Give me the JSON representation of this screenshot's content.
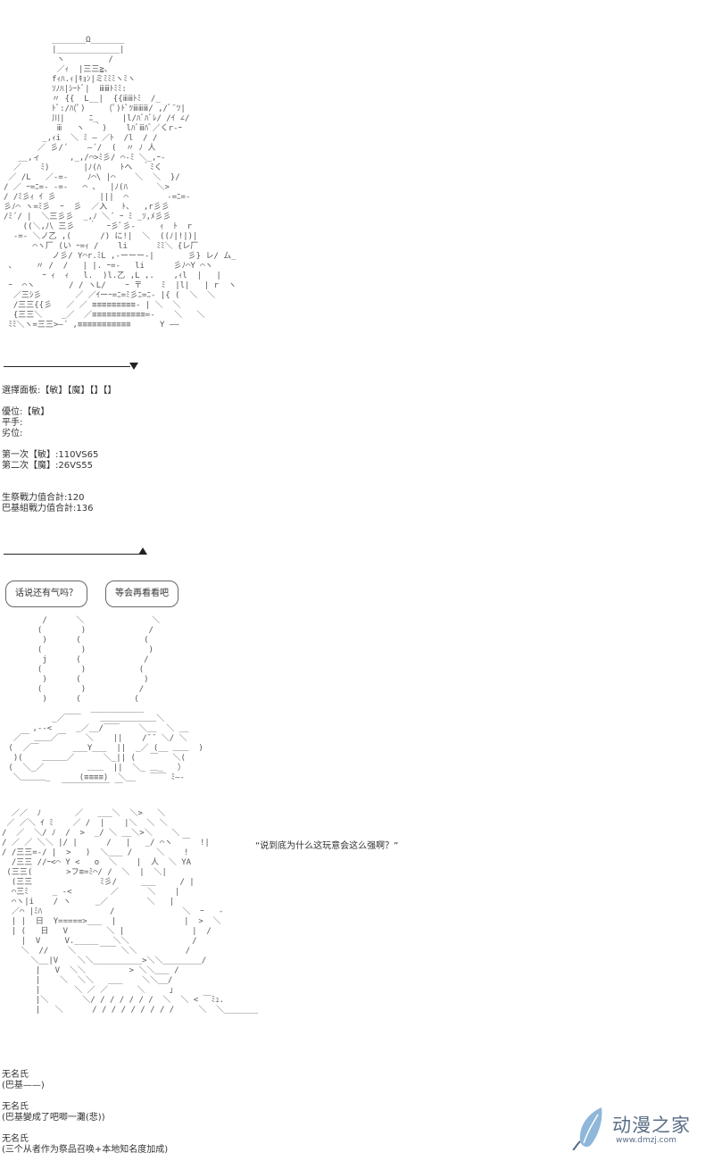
{
  "art_top": "          _______Ω_______\n          |_____________|\n           ヽ         /\n           ／ｨ  |三三≧、\n          fｨﾊ.ｨ|ｷｮﾝ|ミﾐﾐﾐヽﾐヽ\n          ｿﾉﾊ|ｼｰﾄﾞ|  ⅲⅲﾄﾐﾐ:\n          〃 {{  L__|  {{ⅲⅲﾄﾐ  /_\n          ﾄﾞ:/ﾊ(ﾟ)     (ﾟ)ﾄﾞﾂⅲⅲⅲ/ ,/ﾞ¯ﾂ|\n          川|     ﾆ_     |l/ﾊﾞﾊﾞﾚ/ /ｲ ∠/\n           ⅲ   ヽ  ｀)    lﾊﾞⅲﾊﾞ／くr-ｰ\n        _,ｨi  ＼ ﾐ ― ／ﾄ  /l  / /\n       ／ 彡/´    ―´/  (  〃 ﾉ 人\n   __,ィ      ,_,/⌒>ﾐ彡/ ⌒-ﾐ ＼_,ｰ-\n  ／    ﾐ)       |ﾉ(ﾊ    ﾄヘ  ｀ﾐく\n ／ /L   ／-=-    ﾉ⌒\\ |⌒    ＼  ＼  }/\n/ ／ ｰ=ﾆ=- -=-   ⌒ 、  |ﾉ(ﾊ      ＼>\n/ /ﾐ彡ｨ ｲ 彡         |||  ⌒        -=ﾆ=-\n彡ﾉ⌒ ヽ=ﾐ彡  ｰ  彡  ／入   ﾄ、  ,r彡彡\n/ﾐ´/ |  ＼三彡彡  _,ﾉ ＼´ ｰ ﾐ _ｿ,ﾒ彡彡\n    ((＼,八 三彡   ｀  ｰ彡ﾞ彡-     ｨ  ﾄ  r\n  -=- ＼ノ乙 ,(      /) に!|  ＼  ((ﾉ|!|)|\n      ⌒ヽ厂 (い ｰ=ｨ /    li      ﾐﾐ＼ {レ厂\n          ノ彡/ Y⌒r.ﾐL ,-ーーー-|       彡} レ/ ム_\n 、    〃 /  /   | |. ｰ=-   li      彡ﾉ⌒Y ⌒ヽ\n        ｰ ｨ  ｨ   l.  )l.乙 ,L ,.    ,ｨl  |   |\n ｰ  ⌒ヽ       / / ヽL/    ｰ 〒    ﾐ  |l|   | r  ヽ\n  ／三ｼ彡       ／ ／ｲーｰ=ﾆ=ﾐ彡ﾆ=ﾆ- |{ (  ＼  ＼\n  /三三{{彡   ／ ／ ≡≡≡≡≡≡≡≡≡- | ＼  ＼\n  {三三＼    _／  ／≡≡≡≡≡≡≡≡≡≡≡=-    ＼   ＼\n ﾐﾐ＼ヽ=三三>―´ ,≡≡≡≡≡≡≡≡≡≡≡      Y ――",
  "choice_panel": "選擇面板:【敏】【魔】【】【】",
  "superior": "優位:【敏】",
  "draw": "平手:",
  "inferior": "劣位:",
  "round1": "第一次【敏】:110VS65",
  "round2": "第二次【魔】:26VS55",
  "total_a": "生祭戰力值合計:120",
  "total_b": "巴基組戰力值合計:136",
  "bubble_left": "话说还有气吗？",
  "bubble_right": "等会再看看吧",
  "art_smoke": "        /      ＼              ＼\n       (        )             /\n        )      (             (\n       (        )             )\n        j      (             /\n       (        )           (\n        )      (             )\n       (        )           /\n        )      (           (\n                  ___________\n          _／￣￣    ＿＿＿＿＿＿＿＼\n      ,--<     _／__/￣￣    ＼__  ＼ __\n  ／￣ ＿＿／￣    ＼    ||    /¯¯ ＼/ ＼\n (  ／￣       ___Y___  ||  _／ (__ ＿＿  )\n  )(    ＿＿＿／      ＼_|| (   ￣   ＼(\n (  ＼_／         ＿＿  ||  ＼_ ＿_   ）\n  ＼＿＿＿_      (≡≡≡≡)  ＼__   ￣￣ ﾐ―-\n            ￣￣￣￣￣￣ ￣",
  "quote": "“说到底为什么这玩意会这么强啊？”",
  "art_bottom": "  ／／  ﾉ       ／   ___＼  ＼>   ＼\n ／ ／＼ ｲ ﾐ    ／ /  |    |＼  ＼ ＼\n/  ／  ＼/ ﾉ  /  >  _/ ＼ __＼>＼    ＼\n/ ／ ／ ＼＼ |/ |      /   |   _/ ⌒ヽ  ￣  !|\n/ /三三=-/ |  >   )  ＼___ /     ＼    !\n  /三三 //ｰ<⌒ Y <   o  ＼    |  人  ＼ YA\n (三三(       >フ≡=ﾐ⌒/ /  ＼  |  ＼|\n  (三三              ﾐ彡/     ___     / |\n  ⌒三ﾐ     _ -<        ／      ＼    |\n  ⌒ヽ|i    / ヽ     _／        ＼   |\n  ／⌒ |ﾐﾊ              /              ＼  ｰ   -\n  | |  日  Y=====>___  |              |  >  ＼\n  | (   日   V        ＼ |              |  /\n    |  V     V._____   ＼＼             /\n    ＼  //    ＼     ￣￣ ＼＼          /\n      ＼__|V    ＼＼__________>＼＼________/\n       |   V  ＼＼         > ＼＼___ /\n       |    ＼  ＼＼   ___    ＼＼__/\n       |       ＼ ／ ／      ＼     ｣\n       |＼       ＼/ / / / / / /  ＼  ＼ < ￣ﾐｭ.\n       |   ＼      / / / / / / / / /     ＼  ＼_______",
  "comment1_name": "无名氏",
  "comment1_text": "(巴基——)",
  "comment2_name": "无名氏",
  "comment2_text": "(巴基變成了吧唧一灘(悲))",
  "comment3_name": "无名氏",
  "comment3_text": "(三个从者作为祭品召唤+本地知名度加成)",
  "watermark": {
    "text": "动漫之家",
    "url": "www.dmzj.com",
    "color": "#5a6e87",
    "accent": "#8fb7d9"
  }
}
